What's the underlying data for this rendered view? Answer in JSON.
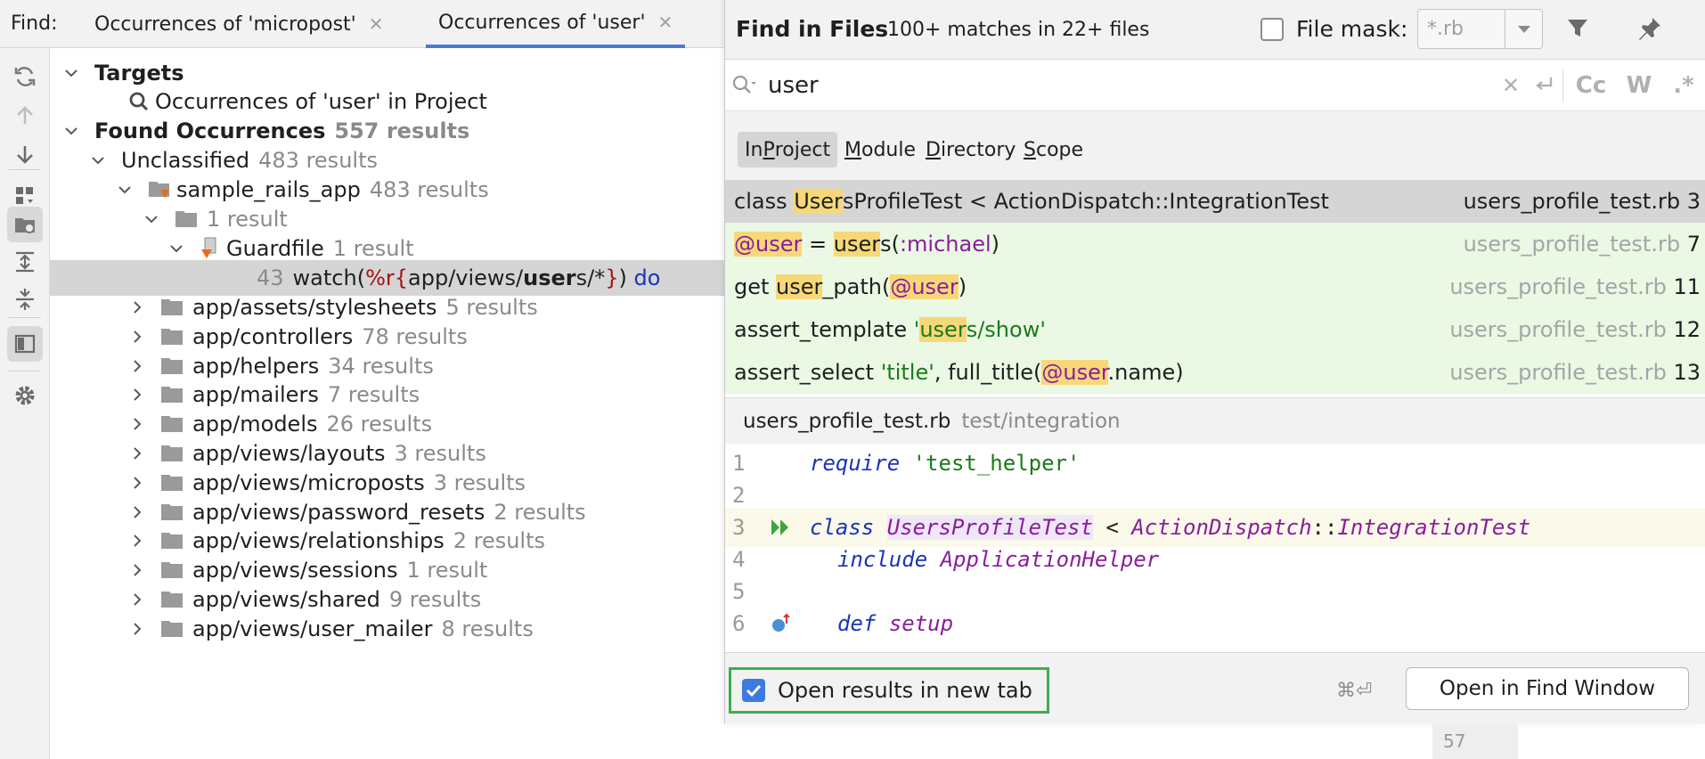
{
  "topbar": {
    "find_label": "Find:",
    "tabs": [
      {
        "label": "Occurrences of 'micropost'"
      },
      {
        "label": "Occurrences of 'user'"
      }
    ]
  },
  "tree": {
    "targets_label": "Targets",
    "target_item": "Occurrences of 'user' in Project",
    "found_label": "Found Occurrences",
    "found_count": "557 results",
    "unclassified_label": "Unclassified",
    "unclassified_count": "483 results",
    "project_label": "sample_rails_app",
    "project_count": "483 results",
    "root_dir_count": "1 result",
    "guardfile_label": "Guardfile",
    "guardfile_count": "1 result",
    "match_line_num": "43",
    "match_line": {
      "pre": "watch(",
      "lit_open": "%r{",
      "path_pre": "app/views/",
      "path_hl": "user",
      "path_post": "s/*",
      "lit_close": "}",
      "post": ")",
      "kw": "do"
    },
    "folders": [
      {
        "name": "app/assets/stylesheets",
        "count": "5 results"
      },
      {
        "name": "app/controllers",
        "count": "78 results"
      },
      {
        "name": "app/helpers",
        "count": "34 results"
      },
      {
        "name": "app/mailers",
        "count": "7 results"
      },
      {
        "name": "app/models",
        "count": "26 results"
      },
      {
        "name": "app/views/layouts",
        "count": "3 results"
      },
      {
        "name": "app/views/microposts",
        "count": "3 results"
      },
      {
        "name": "app/views/password_resets",
        "count": "2 results"
      },
      {
        "name": "app/views/relationships",
        "count": "2 results"
      },
      {
        "name": "app/views/sessions",
        "count": "1 result"
      },
      {
        "name": "app/views/shared",
        "count": "9 results"
      },
      {
        "name": "app/views/user_mailer",
        "count": "8 results"
      }
    ]
  },
  "popup": {
    "title": "Find in Files",
    "summary": "100+ matches in 22+ files",
    "file_mask_label": "File mask:",
    "file_mask_value": "*.rb",
    "search_value": "user",
    "scopes": {
      "in_project": {
        "u": "P",
        "pre": "In ",
        "post": "roject"
      },
      "module": {
        "u": "M",
        "post": "odule"
      },
      "directory": {
        "u": "D",
        "post": "irectory"
      },
      "scope": {
        "u": "S",
        "post": "cope"
      }
    },
    "toggles": {
      "case": "Cc",
      "words": "W",
      "regex": ".*"
    },
    "matches": [
      {
        "file": "users_profile_test.rb",
        "line": "3",
        "p": [
          "class ",
          "User",
          "sProfileTest < ActionDispatch::IntegrationTest"
        ]
      },
      {
        "file": "users_profile_test.rb",
        "line": "7",
        "p": [
          "@",
          "user",
          " = ",
          "user",
          "s(",
          ":michael",
          ")"
        ]
      },
      {
        "file": "users_profile_test.rb",
        "line": "11",
        "p": [
          "get ",
          "user",
          "_path(",
          "@",
          "user",
          ")"
        ]
      },
      {
        "file": "users_profile_test.rb",
        "line": "12",
        "p": [
          "assert_template ",
          "'",
          "user",
          "s/show'"
        ]
      },
      {
        "file": "users_profile_test.rb",
        "line": "13",
        "p": [
          "assert_select ",
          "'title'",
          ", full_title(",
          "@",
          "user",
          ".name)"
        ]
      }
    ],
    "preview": {
      "file": "users_profile_test.rb",
      "path": "test/integration",
      "lines": [
        {
          "n": "1",
          "p": [
            "require",
            " ",
            "'test_helper'"
          ]
        },
        {
          "n": "2",
          "p": []
        },
        {
          "n": "3",
          "p": [
            "class",
            " ",
            "UsersProfileTest",
            " < ",
            "ActionDispatch",
            "::",
            "IntegrationTest"
          ]
        },
        {
          "n": "4",
          "p": [
            "include",
            " ",
            "ApplicationHelper"
          ]
        },
        {
          "n": "5",
          "p": []
        },
        {
          "n": "6",
          "p": [
            "def",
            " ",
            "setup"
          ]
        }
      ]
    },
    "open_new_tab_label": "Open results in new tab",
    "shortcut": "⌘⏎",
    "open_button_label": "Open in Find Window"
  },
  "peek_line_num": "57"
}
